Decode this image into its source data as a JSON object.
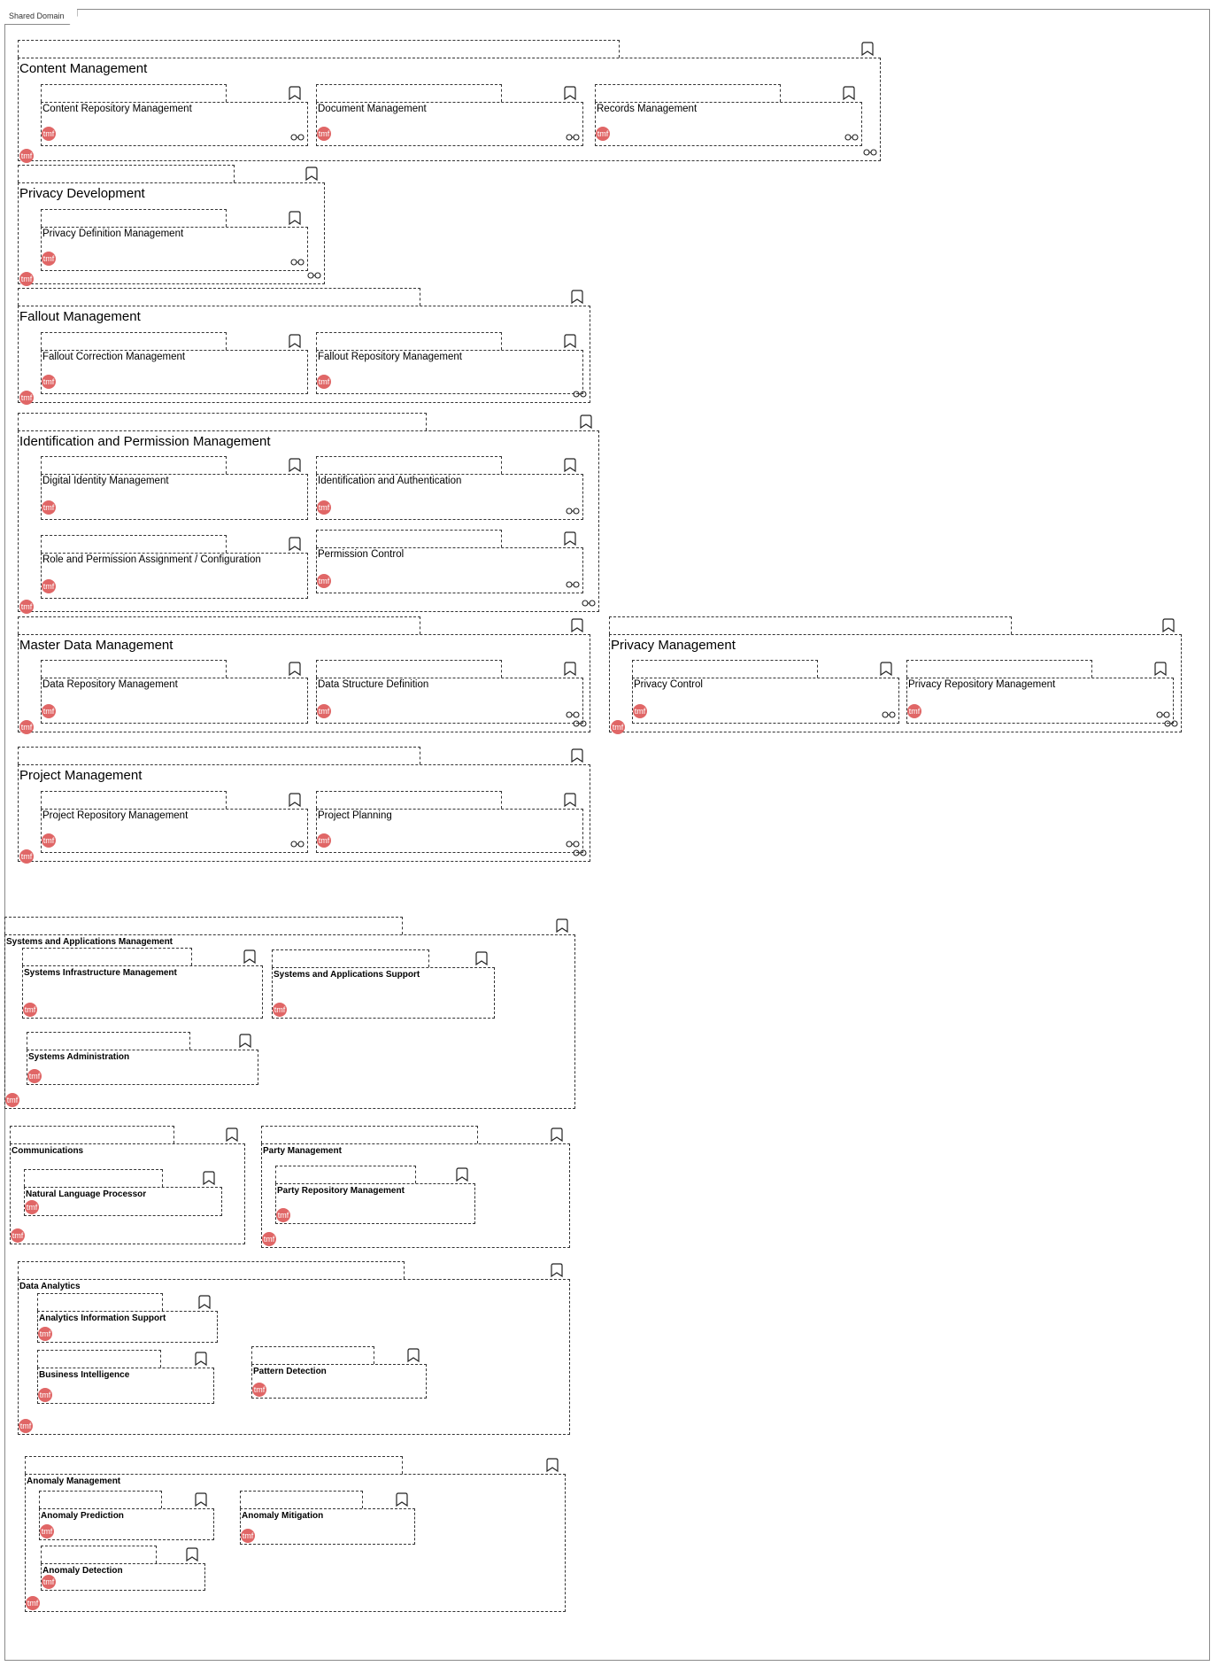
{
  "frame": {
    "title": "Shared Domain"
  },
  "icons": {
    "badge_text": "tmf",
    "badge_color": "#e06666",
    "bookmark": "bookmark-icon",
    "link": "link-icon"
  },
  "components": {
    "content_management": "Content Management",
    "content_repository_management": "Content Repository Management",
    "document_management": "Document Management",
    "records_management": "Records Management",
    "privacy_development": "Privacy Development",
    "privacy_definition_management": "Privacy Definition  Management",
    "fallout_management": "Fallout Management",
    "fallout_correction_management": "Fallout Correction Management",
    "fallout_repository_management": "Fallout Repository Management",
    "identification_permission_management": "Identification and Permission Management",
    "digital_identity_management": "Digital Identity Management",
    "identification_authentication": "Identification and Authentication",
    "role_permission_assignment": "Role and Permission Assignment / Configuration",
    "permission_control": "Permission Control",
    "master_data_management": "Master Data Management",
    "data_repository_management": "Data Repository Management",
    "data_structure_definition": "Data Structure Definition",
    "privacy_management": "Privacy Management",
    "privacy_control": "Privacy Control",
    "privacy_repository_management": "Privacy Repository Management",
    "project_management": "Project Management",
    "project_repository_management": "Project Repository Management",
    "project_planning": "Project Planning",
    "systems_applications_management": "Systems and Applications Management",
    "systems_infrastructure_management": "Systems Infrastructure Management",
    "systems_applications_support": "Systems and Applications Support",
    "systems_administration": "Systems Administration",
    "communications": "Communications",
    "natural_language_processor": "Natural Language Processor",
    "party_management": "Party Management",
    "party_repository_management": "Party Repository Management",
    "data_analytics": "Data Analytics",
    "analytics_information_support": "Analytics Information Support",
    "business_intelligence": "Business Intelligence",
    "pattern_detection": "Pattern Detection",
    "anomaly_management": "Anomaly Management",
    "anomaly_prediction": "Anomaly Prediction",
    "anomaly_mitigation": "Anomaly Mitigation",
    "anomaly_detection": "Anomaly Detection"
  }
}
